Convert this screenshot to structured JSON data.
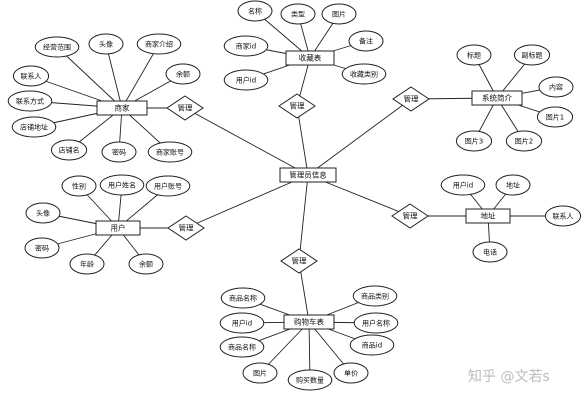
{
  "watermark": "知乎 @文若s",
  "center": "管理员信息",
  "groups": [
    {
      "id": "shop",
      "entity": "商家",
      "relation": "管理",
      "attributes": [
        "经营范围",
        "头像",
        "商家介绍",
        "余额",
        "联系人",
        "联系方式",
        "店铺地址",
        "店铺名",
        "密码",
        "商家账号"
      ]
    },
    {
      "id": "collect",
      "entity": "收藏表",
      "relation": "管理",
      "attributes": [
        "名称",
        "类型",
        "图片",
        "商家id",
        "备注",
        "用户id",
        "收藏类别"
      ]
    },
    {
      "id": "news",
      "entity": "系统简介",
      "relation": "管理",
      "attributes": [
        "标题",
        "副标题",
        "内容",
        "图片1",
        "图片3",
        "图片2"
      ]
    },
    {
      "id": "user",
      "entity": "用户",
      "relation": "管理",
      "attributes": [
        "性别",
        "用户姓名",
        "用户账号",
        "头像",
        "密码",
        "年龄",
        "余额"
      ]
    },
    {
      "id": "address",
      "entity": "地址",
      "relation": "管理",
      "attributes": [
        "用户id",
        "地址",
        "联系人",
        "电话"
      ]
    },
    {
      "id": "cart",
      "entity": "购物车表",
      "relation": "管理",
      "attributes": [
        "商品名称",
        "商品类别",
        "用户id",
        "用户名称",
        "商品名称",
        "商品id",
        "图片",
        "购买数量",
        "单价"
      ]
    }
  ]
}
